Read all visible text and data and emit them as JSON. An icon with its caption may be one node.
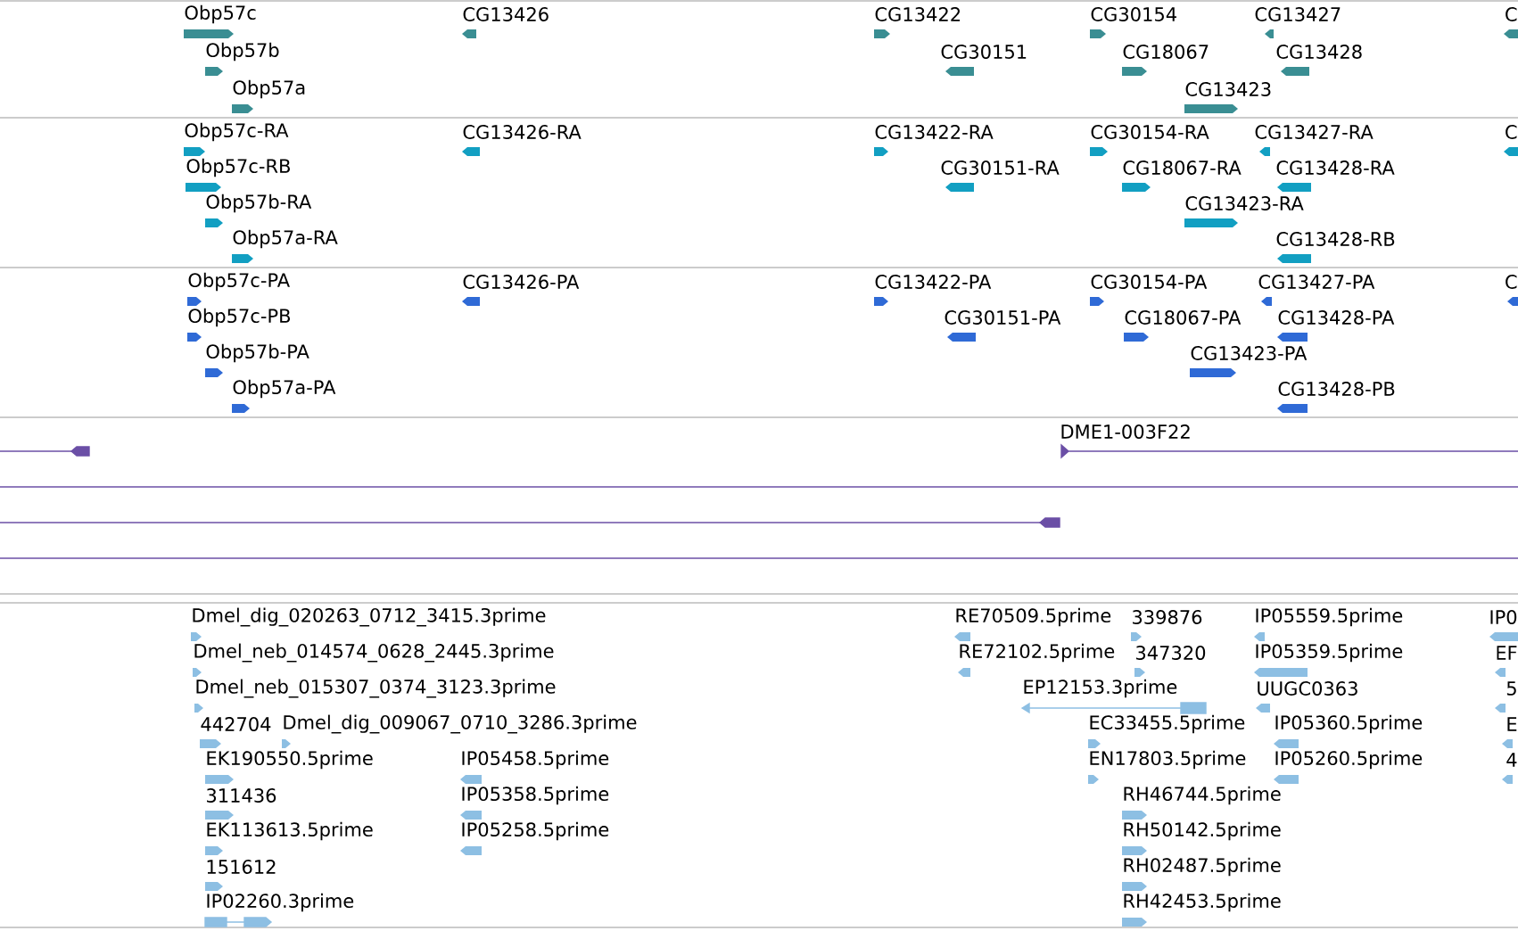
{
  "diagram": {
    "labels": [
      "Obp57c",
      "CG13426",
      "CG13422",
      "CG30154",
      "CG13427",
      "C",
      "Obp57b",
      "CG30151",
      "CG18067",
      "CG13428",
      "Obp57a",
      "CG13423",
      "Obp57c-RA",
      "CG13426-RA",
      "CG13422-RA",
      "CG30154-RA",
      "CG13427-RA",
      "C",
      "Obp57c-RB",
      "CG30151-RA",
      "CG18067-RA",
      "CG13428-RA",
      "Obp57b-RA",
      "CG13423-RA",
      "Obp57a-RA",
      "CG13428-RB",
      "Obp57c-PA",
      "CG13426-PA",
      "CG13422-PA",
      "CG30154-PA",
      "CG13427-PA",
      "C",
      "Obp57c-PB",
      "CG30151-PA",
      "CG18067-PA",
      "CG13428-PA",
      "Obp57b-PA",
      "CG13423-PA",
      "Obp57a-PA",
      "CG13428-PB",
      "DME1-003F22",
      "Dmel_dig_020263_0712_3415.3prime",
      "RE70509.5prime",
      "339876",
      "IP05559.5prime",
      "IP0",
      "Dmel_neb_014574_0628_2445.3prime",
      "RE72102.5prime",
      "347320",
      "IP05359.5prime",
      "EF",
      "Dmel_neb_015307_0374_3123.3prime",
      "EP12153.3prime",
      "UUGC0363",
      "5",
      "442704",
      "Dmel_dig_009067_0710_3286.3prime",
      "EC33455.5prime",
      "IP05360.5prime",
      "E",
      "EK190550.5prime",
      "IP05458.5prime",
      "EN17803.5prime",
      "IP05260.5prime",
      "4",
      "311436",
      "IP05358.5prime",
      "RH46744.5prime",
      "EK113613.5prime",
      "IP05258.5prime",
      "RH50142.5prime",
      "151612",
      "RH02487.5prime",
      "IP02260.3prime",
      "RH42453.5prime"
    ]
  }
}
